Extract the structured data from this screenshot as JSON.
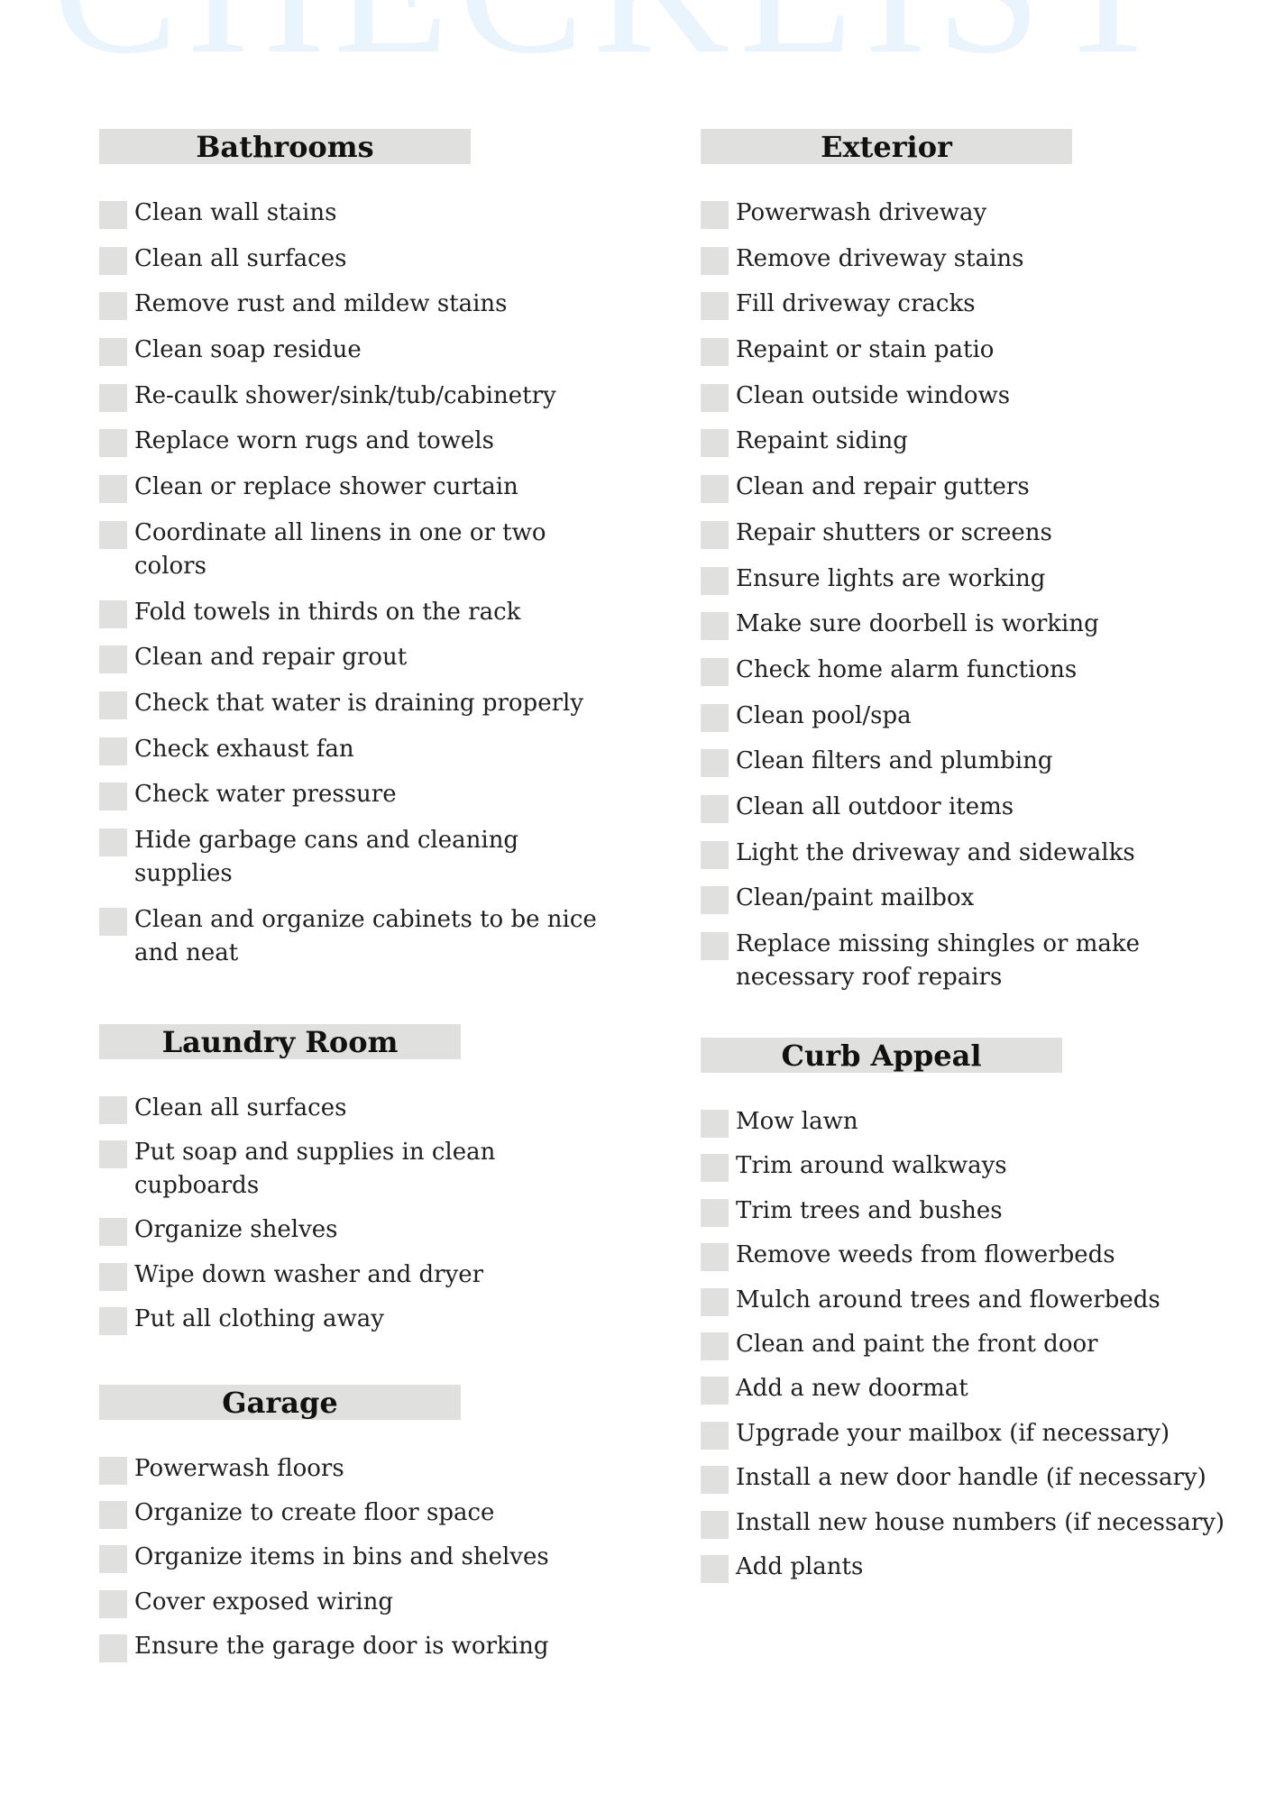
{
  "watermark": "CHECKLIST",
  "colors": {
    "heading_bg": "#e0e0de",
    "checkbox": "#e0e0de",
    "watermark": "#eaf4fd",
    "text": "#1f1f1f"
  },
  "sections": {
    "bathrooms": {
      "title": "Bathrooms",
      "items": [
        "Clean wall stains",
        "Clean all surfaces",
        "Remove rust and mildew stains",
        "Clean soap residue",
        "Re-caulk shower/sink/tub/cabinetry",
        "Replace worn rugs and towels",
        "Clean or replace shower curtain",
        "Coordinate all linens in one or two colors",
        "Fold towels in thirds on the rack",
        "Clean and repair grout",
        "Check that water is draining properly",
        "Check exhaust fan",
        "Check water pressure",
        "Hide garbage cans and cleaning supplies",
        "Clean and organize cabinets to be nice and neat"
      ]
    },
    "laundry": {
      "title": "Laundry Room",
      "items": [
        "Clean all surfaces",
        "Put soap and supplies in clean cupboards",
        "Organize shelves",
        "Wipe down washer and dryer",
        "Put all clothing away"
      ]
    },
    "garage": {
      "title": "Garage",
      "items": [
        "Powerwash floors",
        "Organize to create floor space",
        "Organize items in bins and shelves",
        "Cover exposed wiring",
        "Ensure the garage door is working"
      ]
    },
    "exterior": {
      "title": "Exterior",
      "items": [
        "Powerwash driveway",
        "Remove driveway stains",
        "Fill driveway cracks",
        "Repaint or stain patio",
        "Clean outside windows",
        "Repaint siding",
        "Clean and repair gutters",
        "Repair shutters or screens",
        "Ensure lights are working",
        "Make sure doorbell is working",
        "Check home alarm functions",
        "Clean pool/spa",
        "Clean filters and plumbing",
        "Clean all outdoor items",
        "Light the driveway and sidewalks",
        "Clean/paint mailbox",
        "Replace missing shingles or make necessary roof repairs"
      ]
    },
    "curb": {
      "title": "Curb Appeal",
      "items": [
        "Mow lawn",
        "Trim around walkways",
        "Trim trees and bushes",
        "Remove weeds from flowerbeds",
        "Mulch around trees and flowerbeds",
        "Clean and paint the front door",
        "Add a new doormat",
        "Upgrade your mailbox (if necessary)",
        "Install a new door handle (if necessary)",
        "Install new house numbers (if necessary)",
        "Add plants"
      ]
    }
  }
}
